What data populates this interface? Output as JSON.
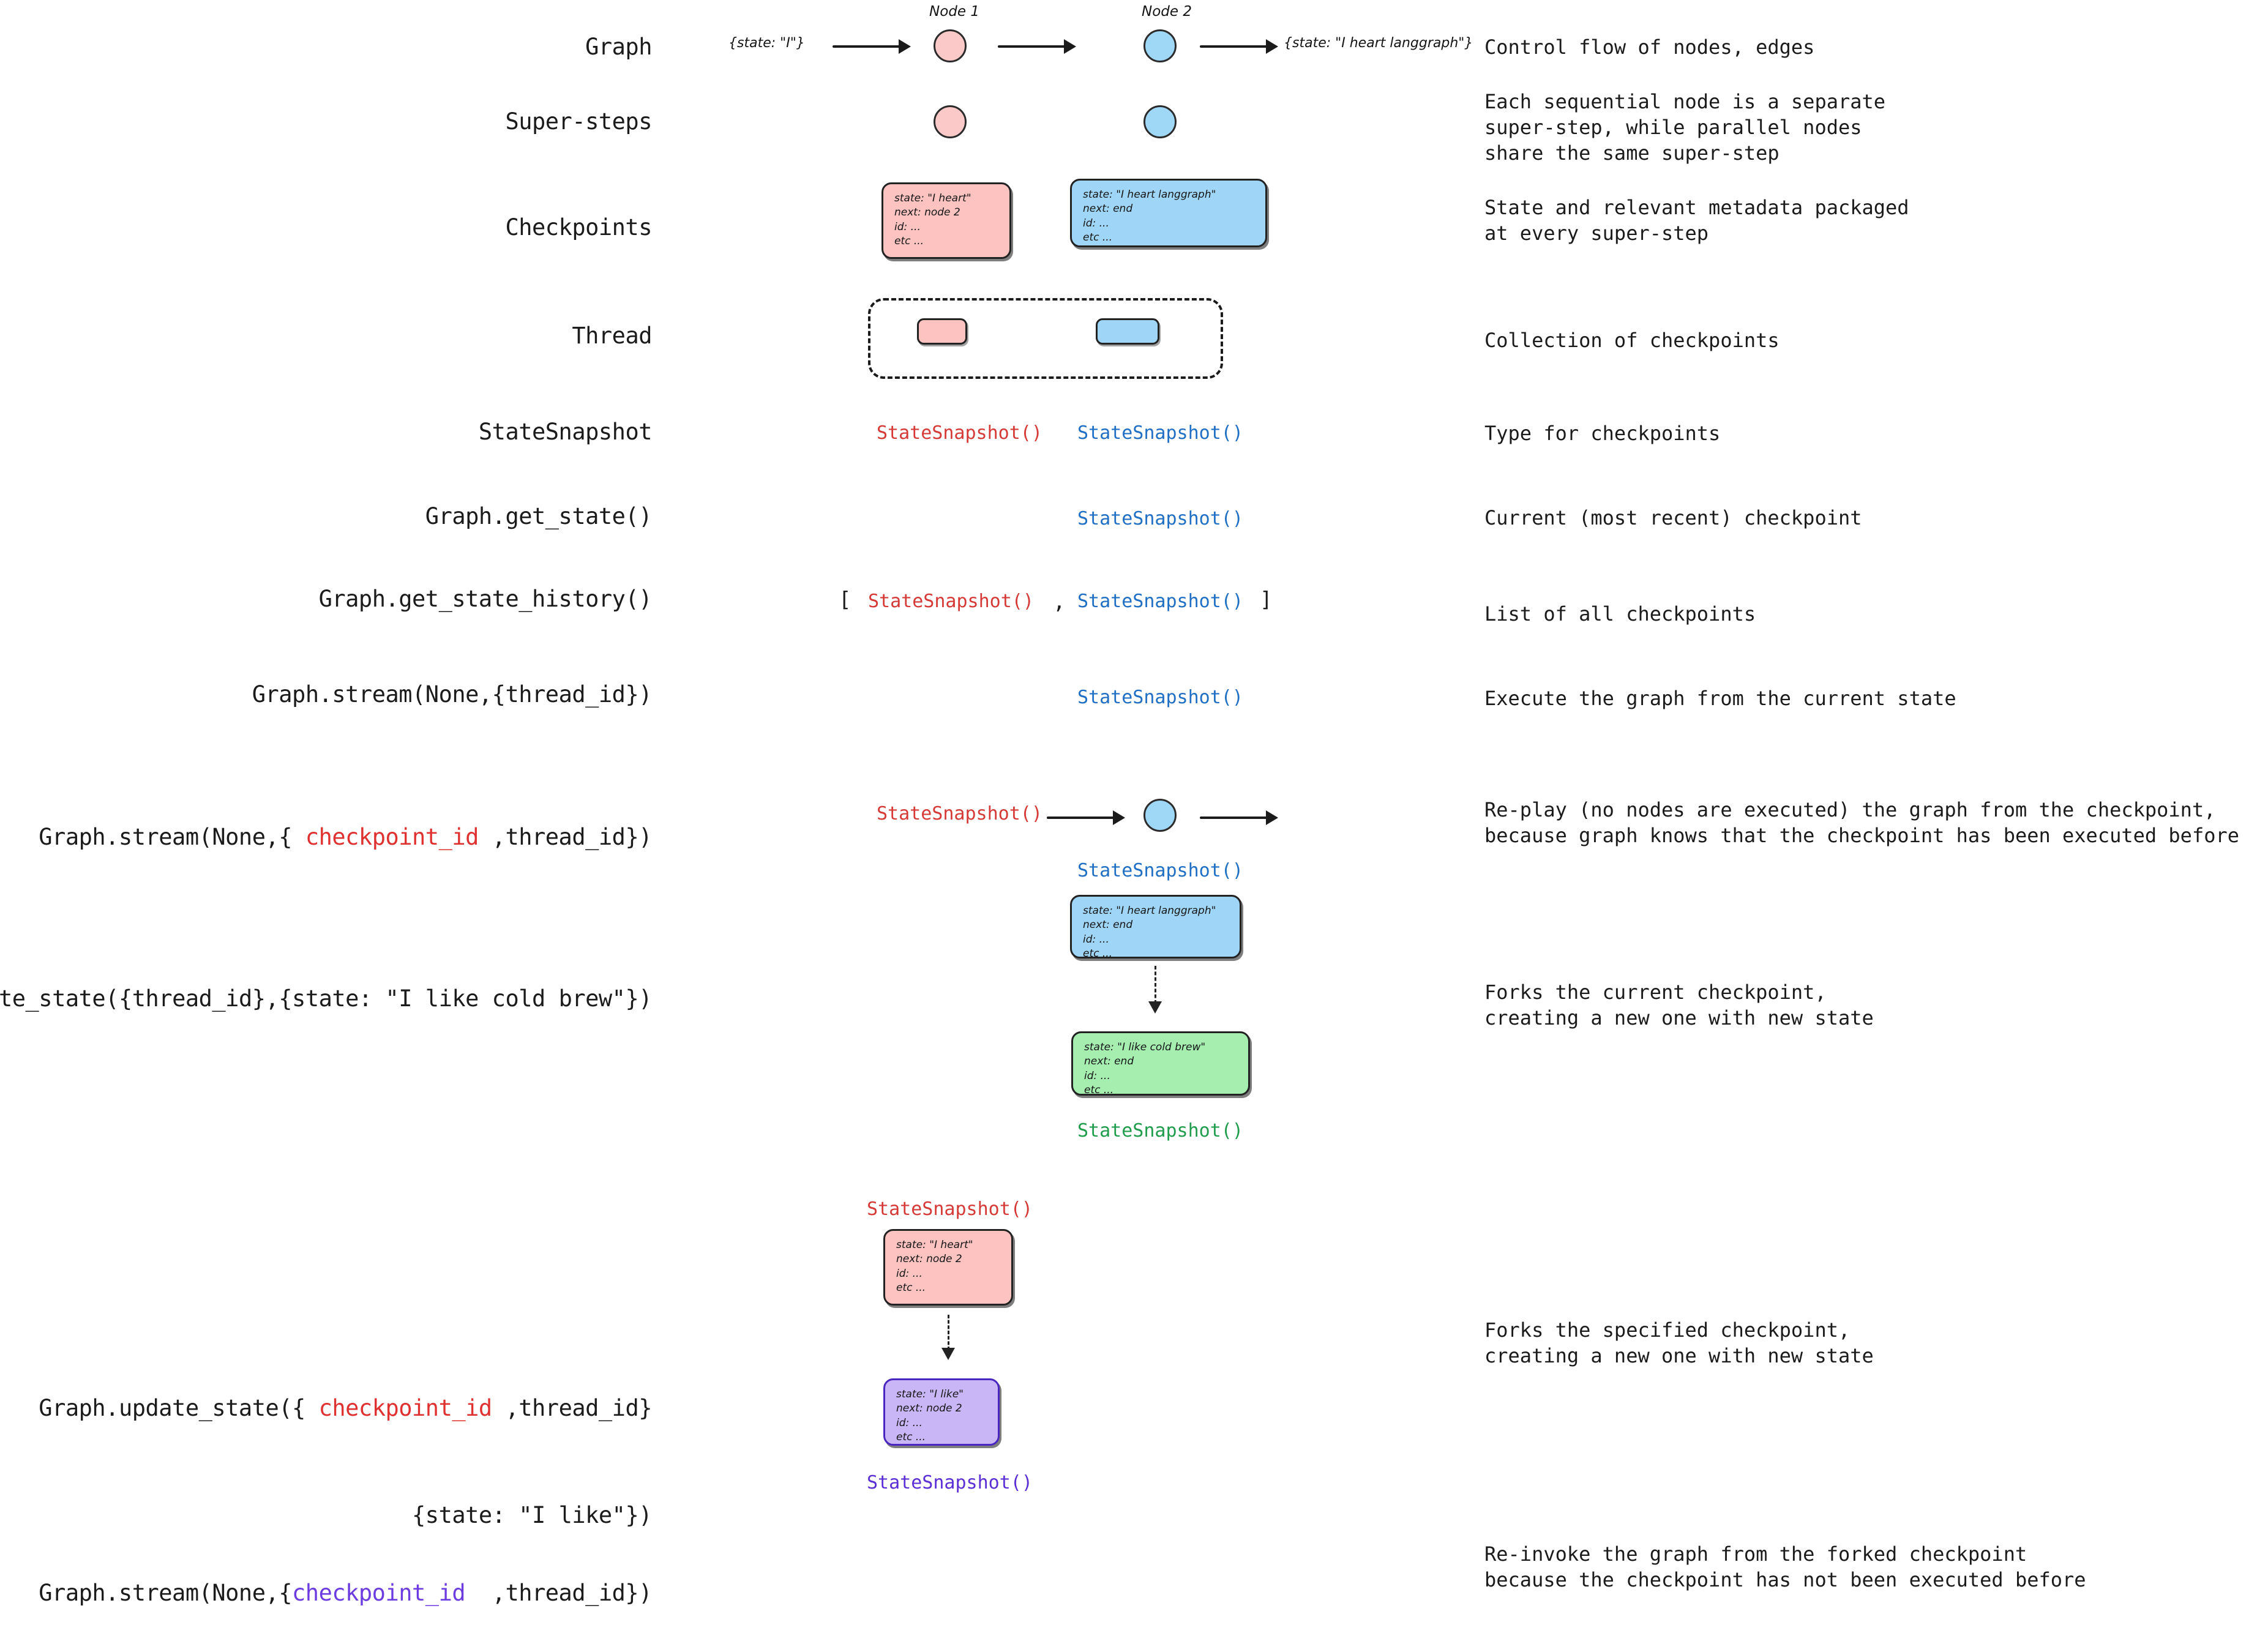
{
  "rows": [
    {
      "id": "graph",
      "label": "Graph",
      "desc": "Control flow of nodes, edges"
    },
    {
      "id": "super-steps",
      "label": "Super-steps",
      "desc": "Each sequential node is a separate\nsuper-step, while parallel nodes\nshare the same super-step"
    },
    {
      "id": "checkpoints",
      "label": "Checkpoints",
      "desc": "State and relevant metadata packaged\nat every super-step"
    },
    {
      "id": "thread",
      "label": "Thread",
      "desc": "Collection of checkpoints"
    },
    {
      "id": "statesnapshot",
      "label": "StateSnapshot",
      "desc": "Type for checkpoints"
    },
    {
      "id": "get-state",
      "label": "Graph.get_state()",
      "desc": "Current (most recent) checkpoint"
    },
    {
      "id": "get-state-history",
      "label": "Graph.get_state_history()",
      "desc": "List of all checkpoints"
    },
    {
      "id": "stream-thread",
      "label": "Graph.stream(None,{thread_id})",
      "desc": "Execute the graph from the current state"
    },
    {
      "id": "stream-checkpoint",
      "label": "Graph.stream(None,{ checkpoint_id ,thread_id})",
      "desc": "Re-play (no nodes are executed) the graph from the checkpoint,\nbecause graph knows that the checkpoint has been executed before"
    },
    {
      "id": "update-state-thread",
      "label": "Graph.update_state({thread_id},{state: \"I like cold brew\"})",
      "desc": "Forks the current checkpoint,\ncreating a new one with new state"
    },
    {
      "id": "update-state-checkpoint",
      "label": "Graph.update_state({ checkpoint_id ,thread_id}\n                {state: \"I like\"})",
      "desc": "Forks the specified checkpoint,\ncreating a new one with new state"
    },
    {
      "id": "stream-forked",
      "label": "Graph.stream(None,{checkpoint_id  ,thread_id})",
      "desc": "Re-invoke the graph from the forked checkpoint\nbecause the checkpoint has not been executed before"
    }
  ],
  "labels": {
    "graph": "Graph",
    "super_steps": "Super-steps",
    "checkpoints": "Checkpoints",
    "thread": "Thread",
    "statesnapshot": "StateSnapshot",
    "get_state": "Graph.get_state()",
    "get_state_history": "Graph.get_state_history()",
    "stream_thread": "Graph.stream(None,{thread_id})",
    "stream_cp_a": "Graph.stream(None,{ ",
    "stream_cp_kw": "checkpoint_id",
    "stream_cp_b": " ,thread_id})",
    "update_state_thread": "Graph.update_state({thread_id},{state: \"I like cold brew\"})",
    "update_state_cp_a": "Graph.update_state({ ",
    "update_state_cp_kw": "checkpoint_id",
    "update_state_cp_b": " ,thread_id}",
    "update_state_cp_line2": "{state: \"I like\"})",
    "stream_forked_a": "Graph.stream(None,{",
    "stream_forked_kw": "checkpoint_id",
    "stream_forked_b": "  ,thread_id})"
  },
  "descriptions": {
    "graph": "Control flow of nodes, edges",
    "super_steps_l1": "Each sequential node is a separate",
    "super_steps_l2": "super-step, while parallel nodes",
    "super_steps_l3": "share the same super-step",
    "checkpoints_l1": "State and relevant metadata packaged",
    "checkpoints_l2": "at every super-step",
    "thread": "Collection of checkpoints",
    "statesnapshot": "Type for checkpoints",
    "get_state": "Current (most recent) checkpoint",
    "get_state_history": "List of all checkpoints",
    "stream_thread": "Execute the graph from the current state",
    "stream_cp_l1": "Re-play (no nodes are executed) the graph from the checkpoint,",
    "stream_cp_l2": "because graph knows that the checkpoint has been executed before",
    "update_state_thread_l1": "Forks the current checkpoint,",
    "update_state_thread_l2": "creating a new one with new state",
    "update_state_cp_l1": "Forks the specified checkpoint,",
    "update_state_cp_l2": "creating a new one with new state",
    "stream_forked_l1": "Re-invoke the graph from the forked checkpoint",
    "stream_forked_l2": "because the checkpoint has not been executed before"
  },
  "graph_row": {
    "node1_title": "Node 1",
    "node2_title": "Node 2",
    "input_state": "{state: \"I\"}",
    "output_state": "{state: \"I heart langgraph\"}"
  },
  "checkpoint_boxes": {
    "pink_heart": {
      "color": "#fcc3c0",
      "lines": [
        "state: \"I heart\"",
        "next: node 2",
        "id: ...",
        "etc ..."
      ]
    },
    "blue_langgraph": {
      "color": "#9fd6f7",
      "lines": [
        "state: \"I heart langgraph\"",
        "next: end",
        "id: ...",
        "etc ..."
      ]
    },
    "green_coldbrew": {
      "color": "#a5eeb0",
      "lines": [
        "state: \"I like cold brew\"",
        "next: end",
        "id: ...",
        "etc ..."
      ]
    },
    "purple_ilike": {
      "color": "#c9b6f7",
      "lines": [
        "state: \"I like\"",
        "next: node 2",
        "id: ...",
        "etc ..."
      ]
    }
  },
  "snapshot_label": "StateSnapshot()",
  "brackets": {
    "open": "[",
    "comma": ",",
    "close": "]"
  },
  "colors": {
    "pink_fill": "#fcc3c0",
    "blue_fill": "#9fd6f7",
    "green_fill": "#a5eeb0",
    "purple_fill": "#c9b6f7",
    "snapshot_red": "#d63a37",
    "snapshot_blue": "#1f6fc4",
    "snapshot_green": "#1f9d4d",
    "snapshot_purple": "#5b2fd6",
    "keyword_red": "#e03131",
    "keyword_purple": "#6c3ce0",
    "ink": "#1b1b1b",
    "background": "#ffffff"
  }
}
